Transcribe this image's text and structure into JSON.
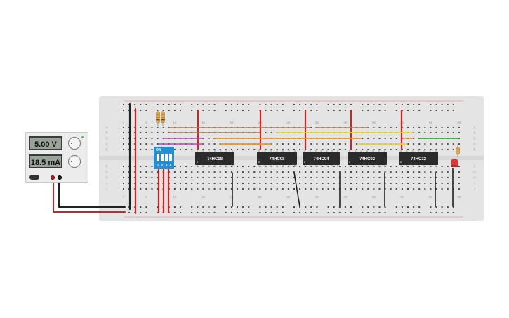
{
  "power_supply": {
    "voltage": "5.00 V",
    "current": "18.5 mA"
  },
  "dip_switch": {
    "on_label": "ON",
    "switch_numbers": [
      "1",
      "2",
      "3",
      "4"
    ]
  },
  "chips": [
    "74HC08",
    "74HC08",
    "74HC04",
    "74HC02",
    "74HC32"
  ],
  "breadboard": {
    "column_numbers": [
      "1",
      "5",
      "10",
      "15",
      "20",
      "25",
      "30",
      "35",
      "40",
      "45",
      "50",
      "55",
      "60"
    ],
    "row_letters_top": [
      "A",
      "B",
      "C",
      "D",
      "E"
    ],
    "row_letters_bottom": [
      "F",
      "G",
      "H",
      "I",
      "J"
    ]
  },
  "colors": {
    "red_wire": "#d42020",
    "black_wire": "#222222",
    "dip_blue": "#1e90d6",
    "led_red": "#d63a3a"
  }
}
